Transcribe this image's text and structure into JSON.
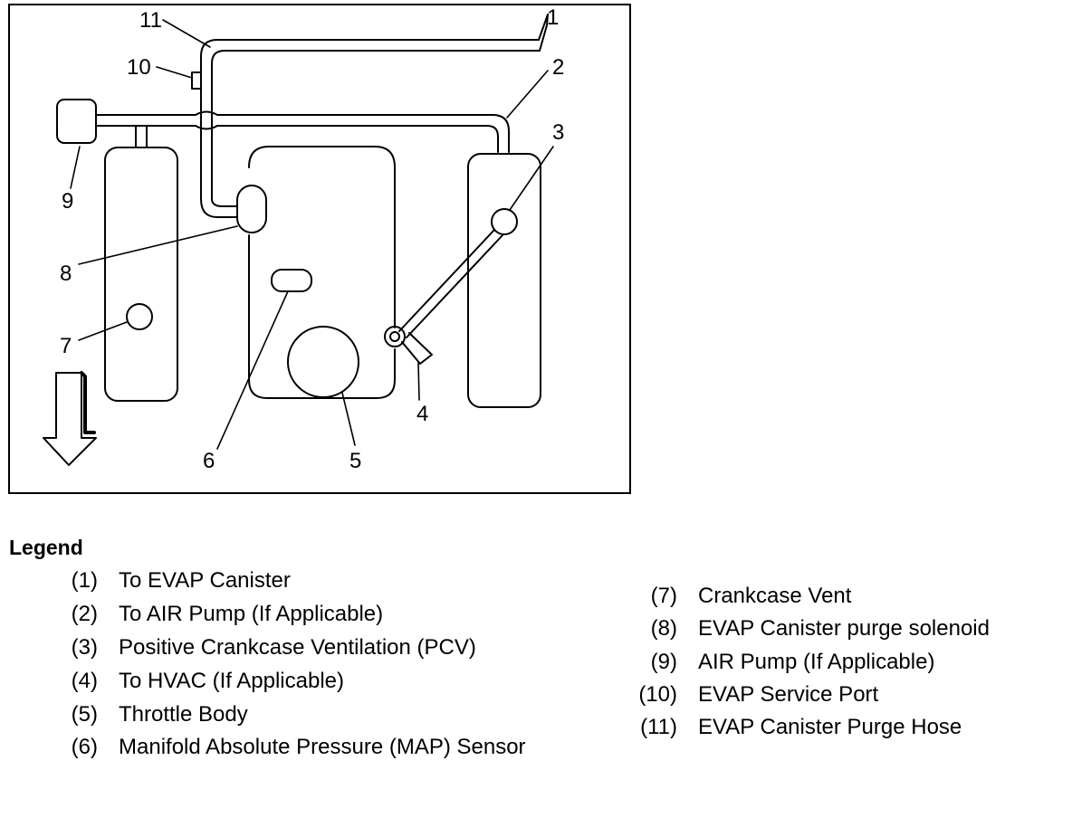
{
  "callouts": [
    "1",
    "2",
    "3",
    "4",
    "5",
    "6",
    "7",
    "8",
    "9",
    "10",
    "11"
  ],
  "legend": {
    "title": "Legend",
    "left_items": [
      {
        "num": "(1)",
        "text": "To EVAP Canister"
      },
      {
        "num": "(2)",
        "text": "To AIR Pump (If Applicable)"
      },
      {
        "num": "(3)",
        "text": "Positive Crankcase Ventilation (PCV)"
      },
      {
        "num": "(4)",
        "text": "To HVAC (If Applicable)"
      },
      {
        "num": "(5)",
        "text": "Throttle Body"
      },
      {
        "num": "(6)",
        "text": "Manifold Absolute Pressure (MAP) Sensor"
      }
    ],
    "right_items": [
      {
        "num": "(7)",
        "text": "Crankcase Vent"
      },
      {
        "num": "(8)",
        "text": "EVAP Canister purge solenoid"
      },
      {
        "num": "(9)",
        "text": "AIR Pump (If Applicable)"
      },
      {
        "num": "(10)",
        "text": "EVAP Service Port"
      },
      {
        "num": "(11)",
        "text": "EVAP Canister Purge Hose"
      }
    ]
  }
}
